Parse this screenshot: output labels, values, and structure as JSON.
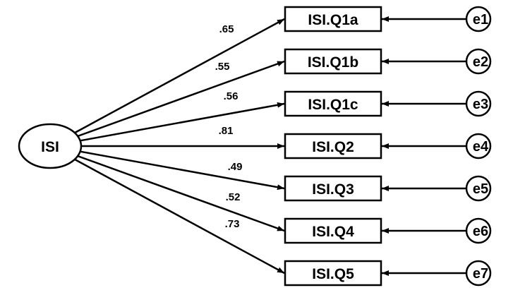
{
  "latent": {
    "label": "ISI"
  },
  "arrow_color": "#000000",
  "indicators": [
    {
      "label": "ISI.Q1a",
      "loading": ".65",
      "error": "e1"
    },
    {
      "label": "ISI.Q1b",
      "loading": ".55",
      "error": "e2"
    },
    {
      "label": "ISI.Q1c",
      "loading": ".56",
      "error": "e3"
    },
    {
      "label": "ISI.Q2",
      "loading": ".81",
      "error": "e4"
    },
    {
      "label": "ISI.Q3",
      "loading": ".49",
      "error": "e5"
    },
    {
      "label": "ISI.Q4",
      "loading": ".52",
      "error": "e6"
    },
    {
      "label": "ISI.Q5",
      "loading": ".73",
      "error": "e7"
    }
  ]
}
